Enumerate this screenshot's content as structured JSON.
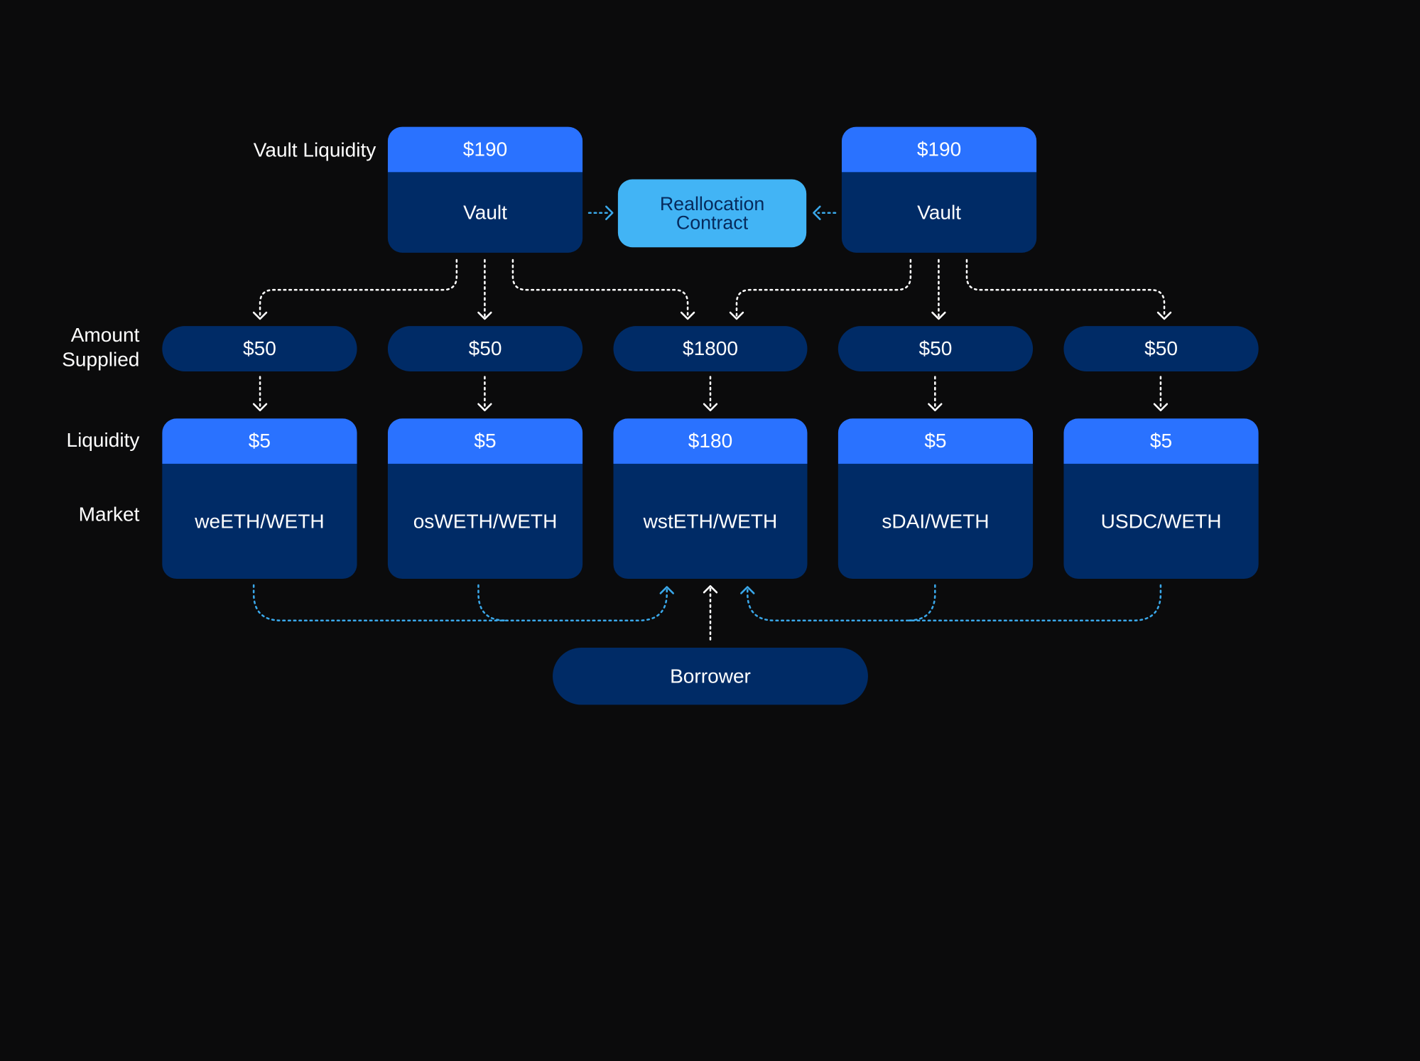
{
  "labels": {
    "vault_liquidity": "Vault Liquidity",
    "amount_supplied_line1": "Amount",
    "amount_supplied_line2": "Supplied",
    "liquidity": "Liquidity",
    "market": "Market"
  },
  "vaults": [
    {
      "liquidity": "$190",
      "name": "Vault"
    },
    {
      "liquidity": "$190",
      "name": "Vault"
    }
  ],
  "reallocation": {
    "line1": "Reallocation",
    "line2": "Contract"
  },
  "supplied": [
    "$50",
    "$50",
    "$1800",
    "$50",
    "$50"
  ],
  "markets": [
    {
      "liquidity": "$5",
      "name": "weETH/WETH"
    },
    {
      "liquidity": "$5",
      "name": "osWETH/WETH"
    },
    {
      "liquidity": "$180",
      "name": "wstETH/WETH"
    },
    {
      "liquidity": "$5",
      "name": "sDAI/WETH"
    },
    {
      "liquidity": "$5",
      "name": "USDC/WETH"
    }
  ],
  "borrower": "Borrower",
  "colors": {
    "background": "#0b0b0c",
    "card": "#002b66",
    "card_header": "#2a72ff",
    "reallocation": "#42b4f5",
    "blue_connector": "#3aa8ea",
    "white_connector": "#ffffff"
  }
}
